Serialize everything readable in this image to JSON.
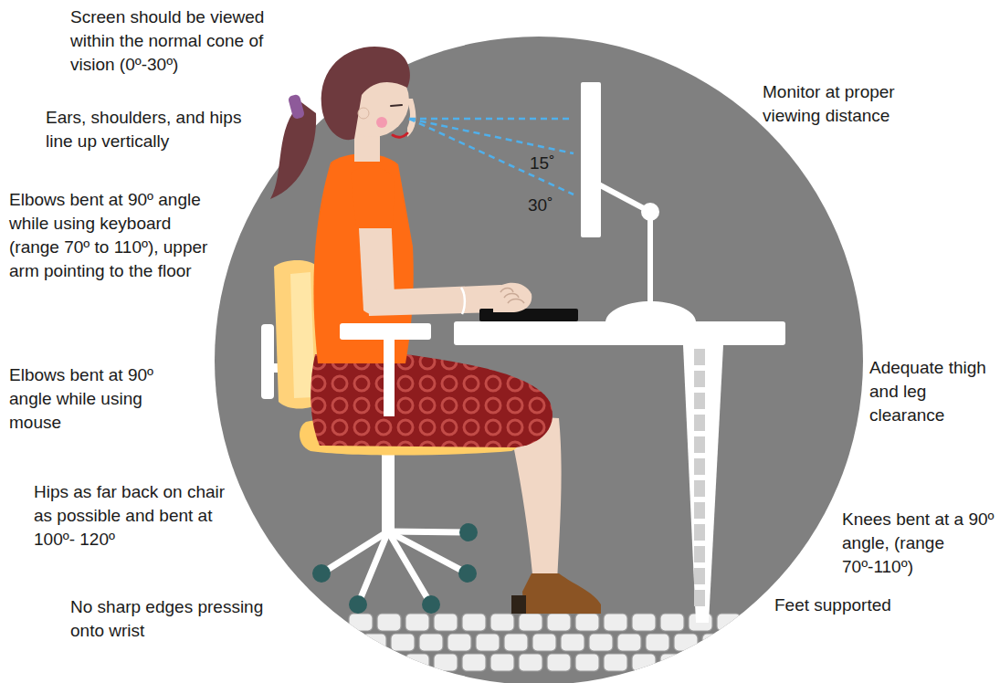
{
  "diagram": {
    "labels": [
      "Screen should be viewed within the normal cone of vision (0º-30º)",
      "Ears, shoulders, and hips line up vertically",
      "Elbows bent at 90º angle while using keyboard (range 70º to 110º), upper arm pointing to the floor",
      "Elbows bent at 90º angle while using mouse",
      "Hips as far back on chair as possible and bent at 100º- 120º",
      "No sharp edges pressing onto wrist",
      "Monitor at proper viewing distance",
      "Adequate thigh and leg clearance",
      "Knees bent at a 90º angle, (range 70º-110º)",
      "Feet supported",
      "15˚",
      "30˚"
    ]
  }
}
